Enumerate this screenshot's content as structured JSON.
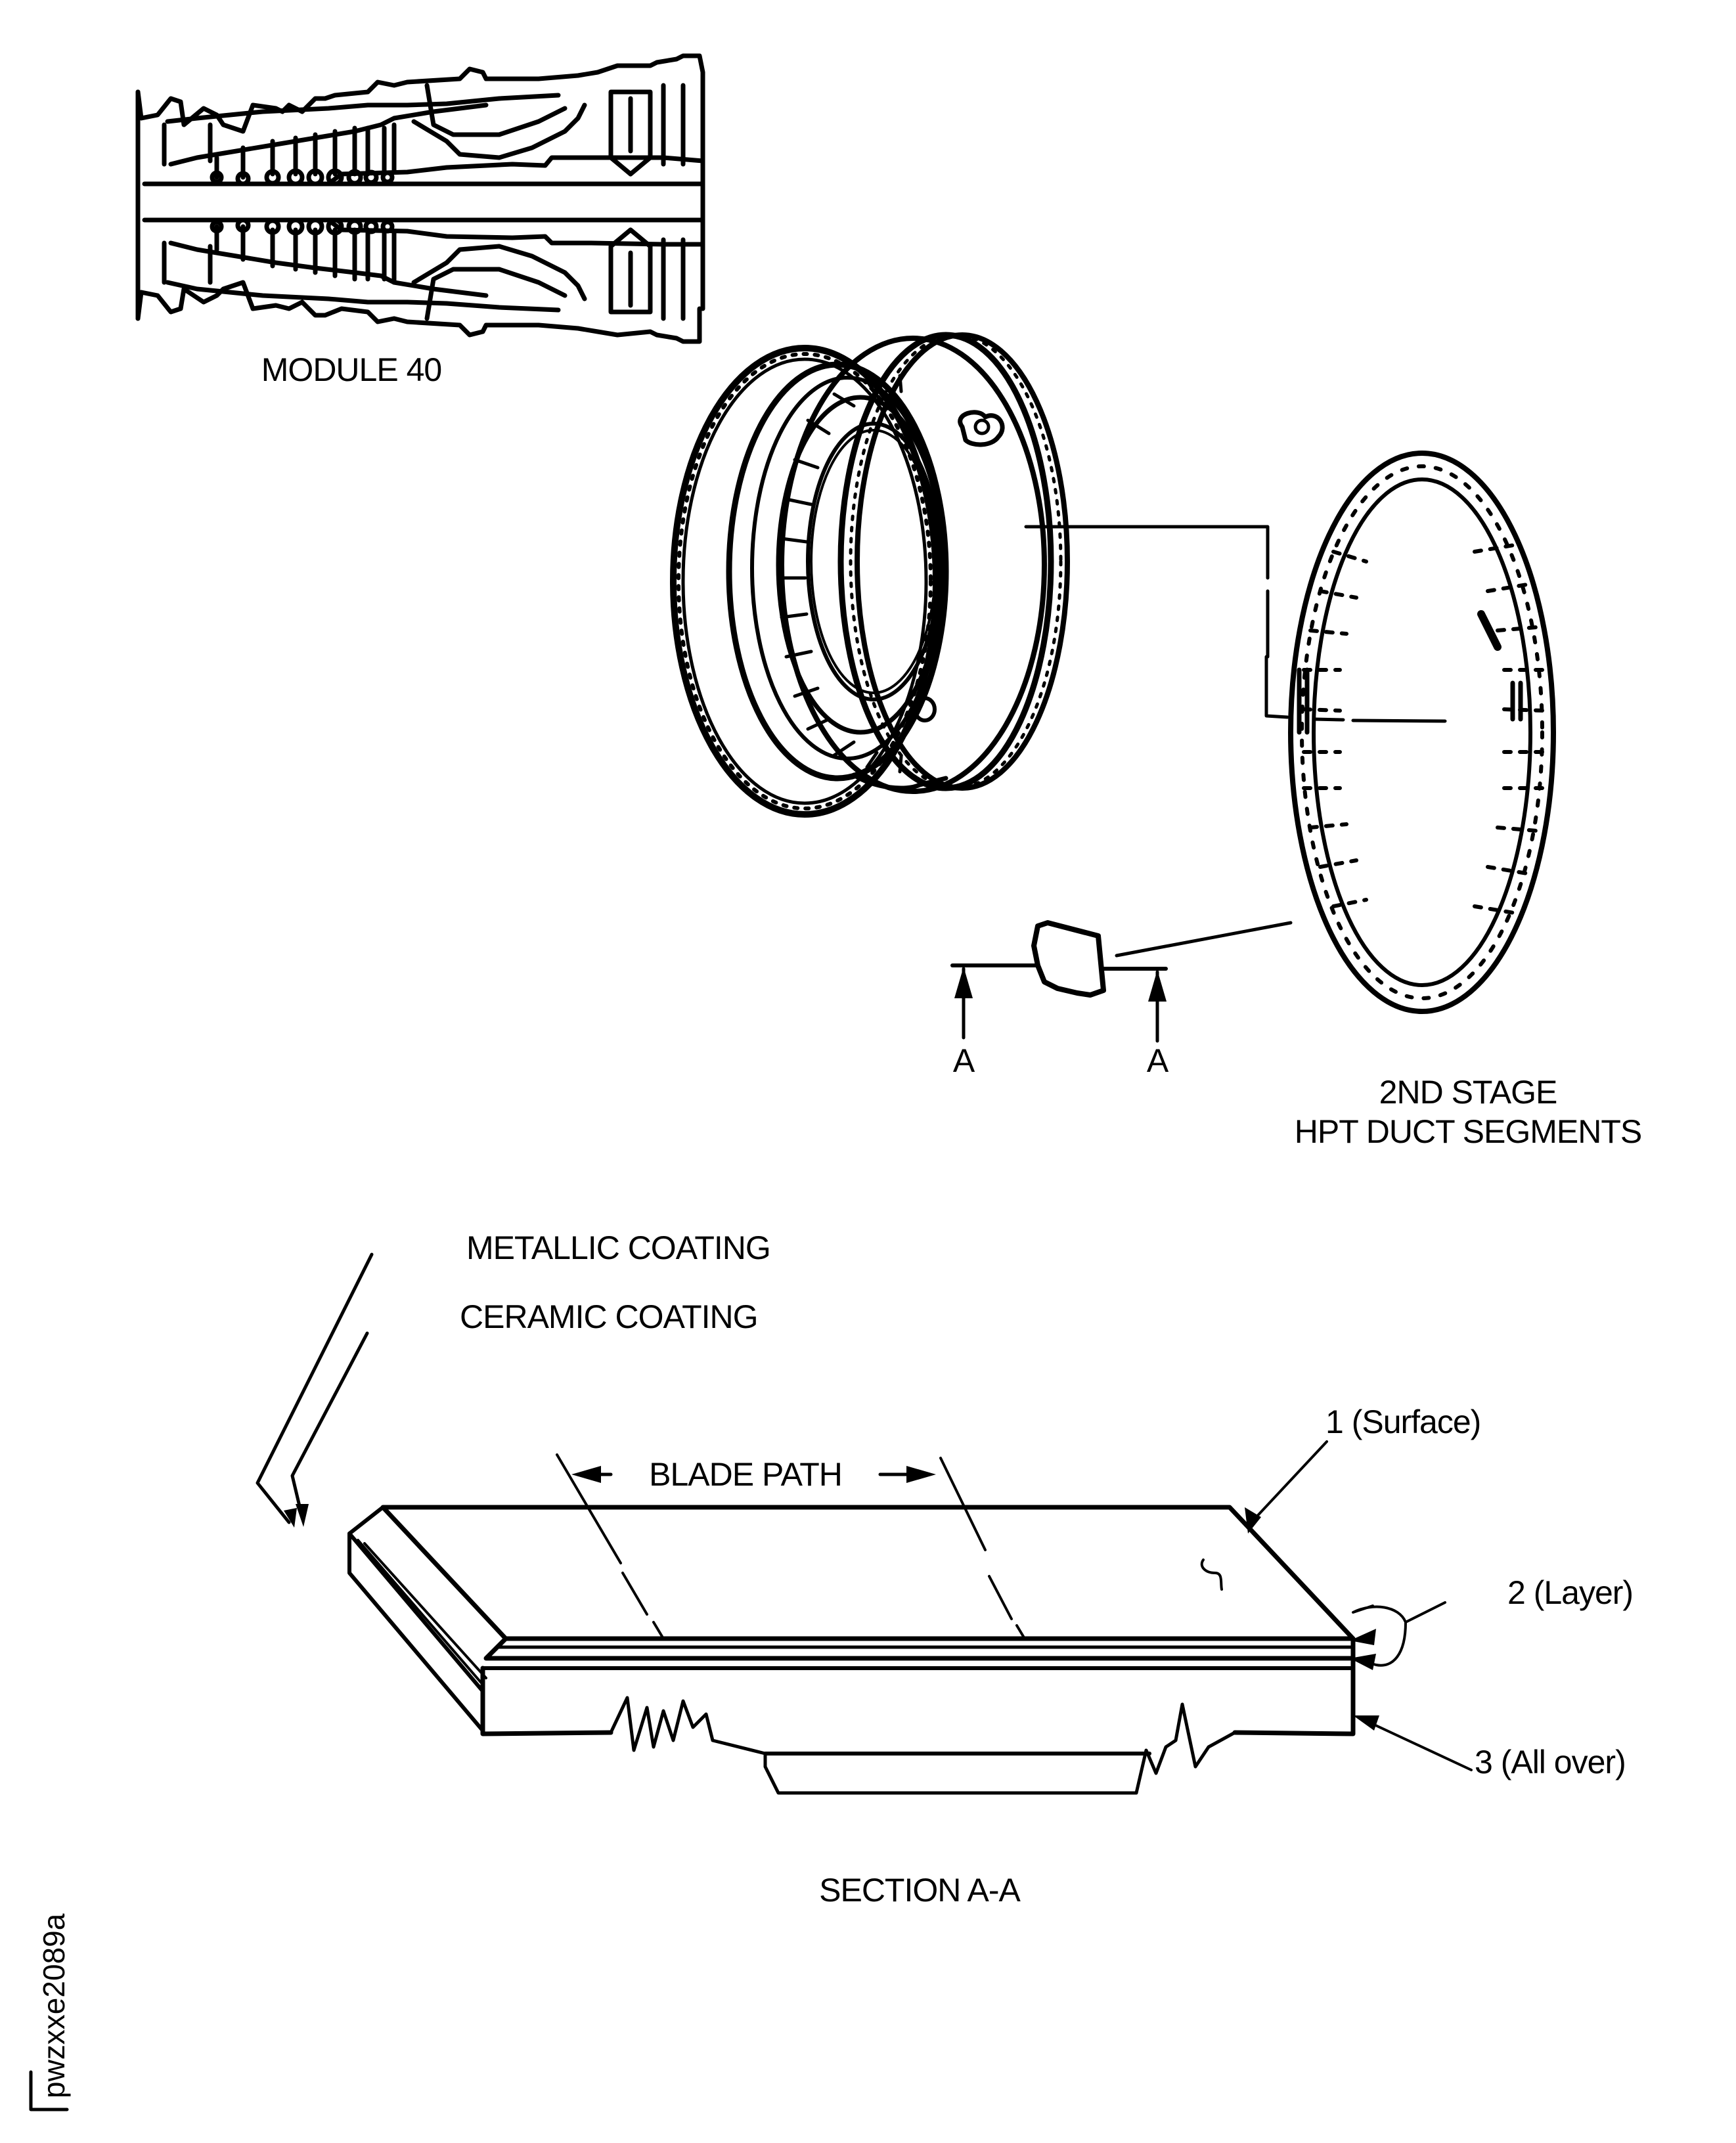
{
  "figure_id": "pwzxxe2089a",
  "labels": {
    "module": "MODULE 40",
    "section_arrow_left": "A",
    "section_arrow_right": "A",
    "duct_title_line1": "2ND STAGE",
    "duct_title_line2": "HPT DUCT SEGMENTS",
    "metallic_coating": "METALLIC COATING",
    "ceramic_coating": "CERAMIC COATING",
    "blade_path": "BLADE PATH",
    "callout_1": "1 (Surface)",
    "callout_2": "2 (Layer)",
    "callout_3": "3 (All over)",
    "section_title": "SECTION A-A"
  },
  "colors": {
    "ink": "#000000",
    "background": "#ffffff"
  }
}
